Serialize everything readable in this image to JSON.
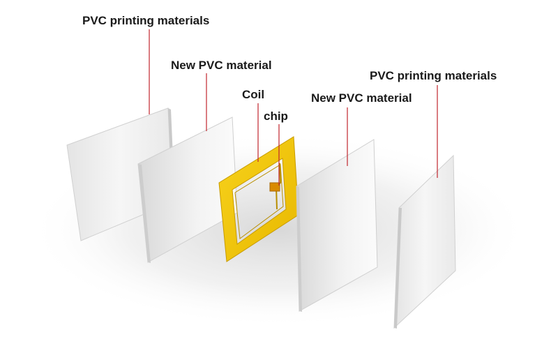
{
  "diagram": {
    "layers": [
      {
        "label": "PVC printing materials"
      },
      {
        "label": "New PVC material"
      },
      {
        "label": "Coil"
      },
      {
        "label": "chip"
      },
      {
        "label": "New PVC material"
      },
      {
        "label": "PVC printing materials"
      }
    ],
    "colors": {
      "leader_line": "#c0262d",
      "coil": "#f2c200",
      "coil_edge": "#c79a00",
      "chip": "#d98a00",
      "sheet_face": "#f1f1f1",
      "sheet_edge": "#cfcfcf",
      "shadow": "#dcdcdc"
    }
  }
}
